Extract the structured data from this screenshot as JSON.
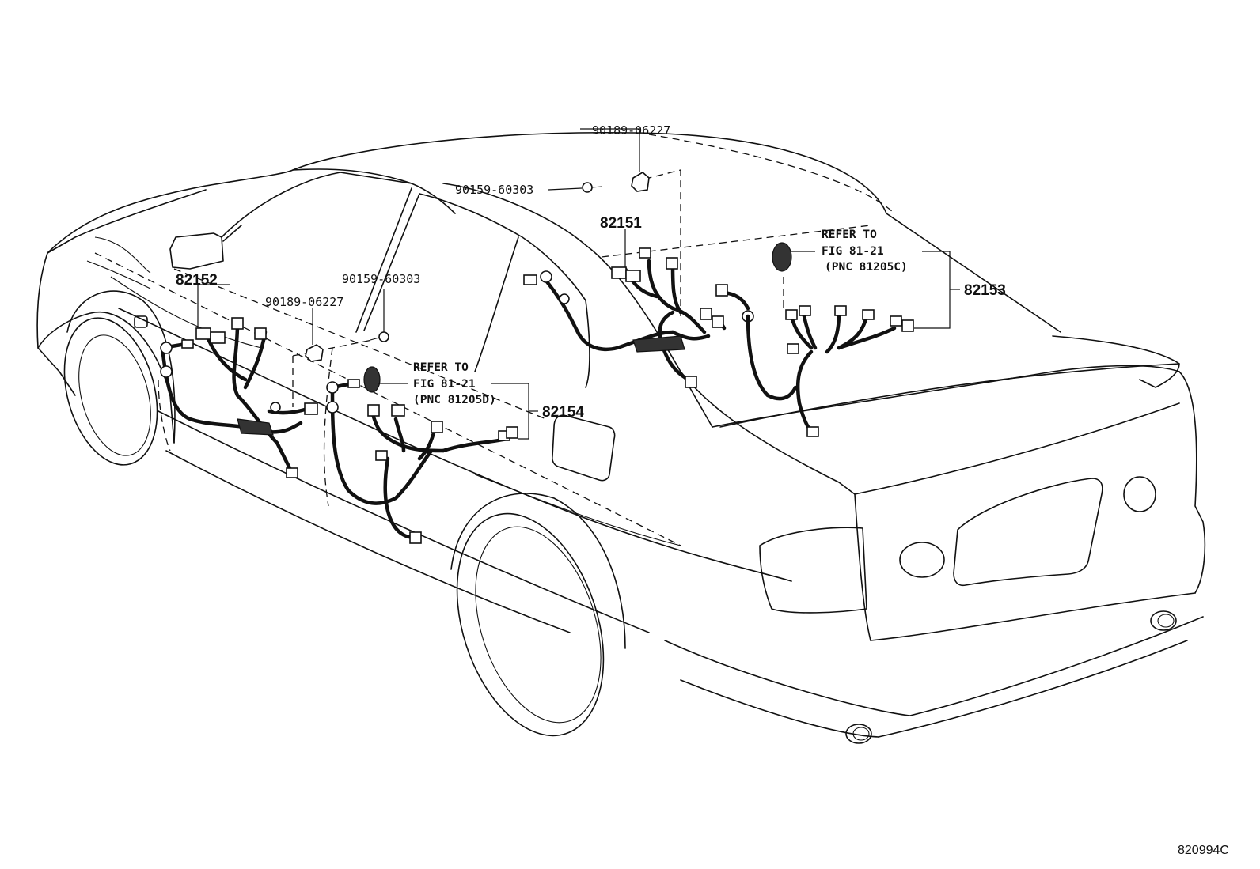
{
  "diagram_id": "820994C",
  "parts": {
    "p82151": "82151",
    "p82152": "82152",
    "p82153": "82153",
    "p82154": "82154"
  },
  "fasteners": {
    "clip_top": "90189-06227",
    "bolt_top": "90159-60303",
    "clip_left": "90189-06227",
    "bolt_left": "90159-60303"
  },
  "references": {
    "right": {
      "line1": "REFER TO",
      "line2": "FIG 81-21",
      "line3": "(PNC 81205C)"
    },
    "left": {
      "line1": "REFER TO",
      "line2": "FIG 81-21",
      "line3": "(PNC 81205D)"
    }
  }
}
